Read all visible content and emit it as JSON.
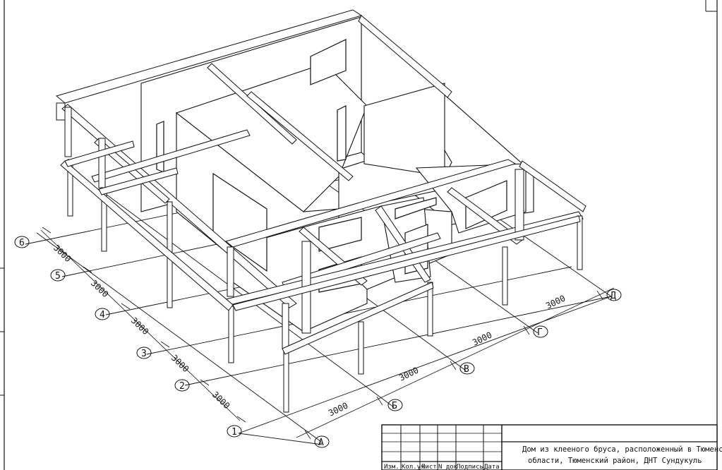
{
  "axes_letters": [
    "А",
    "Б",
    "В",
    "Г",
    "Д"
  ],
  "axes_numbers": [
    "1",
    "2",
    "3",
    "4",
    "5",
    "6"
  ],
  "dims_letters": [
    "3000",
    "3000",
    "3000",
    "3000"
  ],
  "dims_numbers": [
    "3000",
    "3000",
    "3000",
    "3000",
    "3000"
  ],
  "title_block": {
    "headers": [
      "Изм.",
      "Кол.уч",
      "Лист",
      "N док",
      "Подпись",
      "Дата"
    ],
    "title_line1": "Дом из клееного бруса, расположенный в Тюменской",
    "title_line2": "области, Тюменский район, ДНТ Сундукуль"
  }
}
